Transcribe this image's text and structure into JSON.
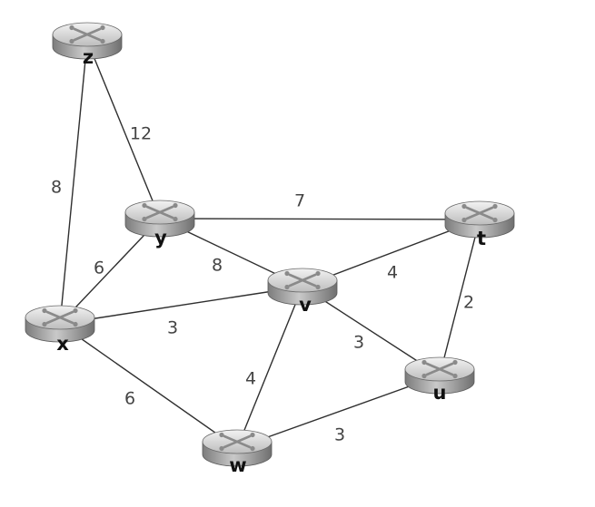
{
  "graph": {
    "nodes": [
      {
        "id": "z",
        "label": "z"
      },
      {
        "id": "y",
        "label": "y"
      },
      {
        "id": "x",
        "label": "x"
      },
      {
        "id": "v",
        "label": "v"
      },
      {
        "id": "t",
        "label": "t"
      },
      {
        "id": "u",
        "label": "u"
      },
      {
        "id": "w",
        "label": "w"
      }
    ],
    "edges": [
      {
        "from": "z",
        "to": "y",
        "weight": "12"
      },
      {
        "from": "z",
        "to": "x",
        "weight": "8"
      },
      {
        "from": "y",
        "to": "t",
        "weight": "7"
      },
      {
        "from": "y",
        "to": "x",
        "weight": "6"
      },
      {
        "from": "y",
        "to": "v",
        "weight": "8"
      },
      {
        "from": "v",
        "to": "t",
        "weight": "4"
      },
      {
        "from": "t",
        "to": "u",
        "weight": "2"
      },
      {
        "from": "x",
        "to": "v",
        "weight": "3"
      },
      {
        "from": "v",
        "to": "u",
        "weight": "3"
      },
      {
        "from": "x",
        "to": "w",
        "weight": "6"
      },
      {
        "from": "v",
        "to": "w",
        "weight": "4"
      },
      {
        "from": "w",
        "to": "u",
        "weight": "3"
      }
    ]
  },
  "colors": {
    "router_top": "#dcdcdc",
    "router_side": "#9a9a9a",
    "edge": "#2f2f2f",
    "label": "#111111",
    "weight": "#444444"
  }
}
